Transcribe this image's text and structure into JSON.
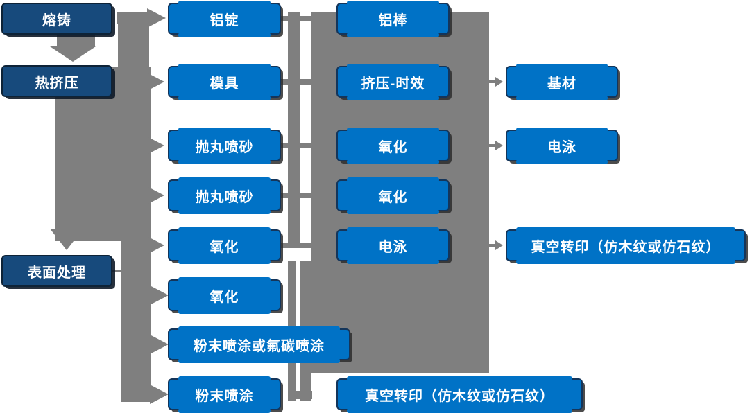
{
  "diagram": {
    "description": "aluminum profile production process flowchart",
    "colors": {
      "node_blue": "#0072C6",
      "node_dark_blue": "#174A7C",
      "node_border": "#14355A",
      "connector_gray": "#7F7F7F",
      "text": "#FFFFFF",
      "background": "#FFFFFF"
    },
    "col1": [
      "熔铸",
      "热挤压",
      "表面处理"
    ],
    "col2": [
      "铝锭",
      "模具",
      "抛丸喷砂",
      "抛丸喷砂",
      "氧化",
      "氧化",
      "粉末喷涂或氟碳喷涂",
      "粉末喷涂"
    ],
    "col3": [
      "铝棒",
      "挤压-时效",
      "氧化",
      "氧化",
      "电泳",
      "真空转印（仿木纹或仿石纹）"
    ],
    "col4": [
      "基材",
      "电泳",
      "真空转印（仿木纹或仿石纹）"
    ]
  }
}
